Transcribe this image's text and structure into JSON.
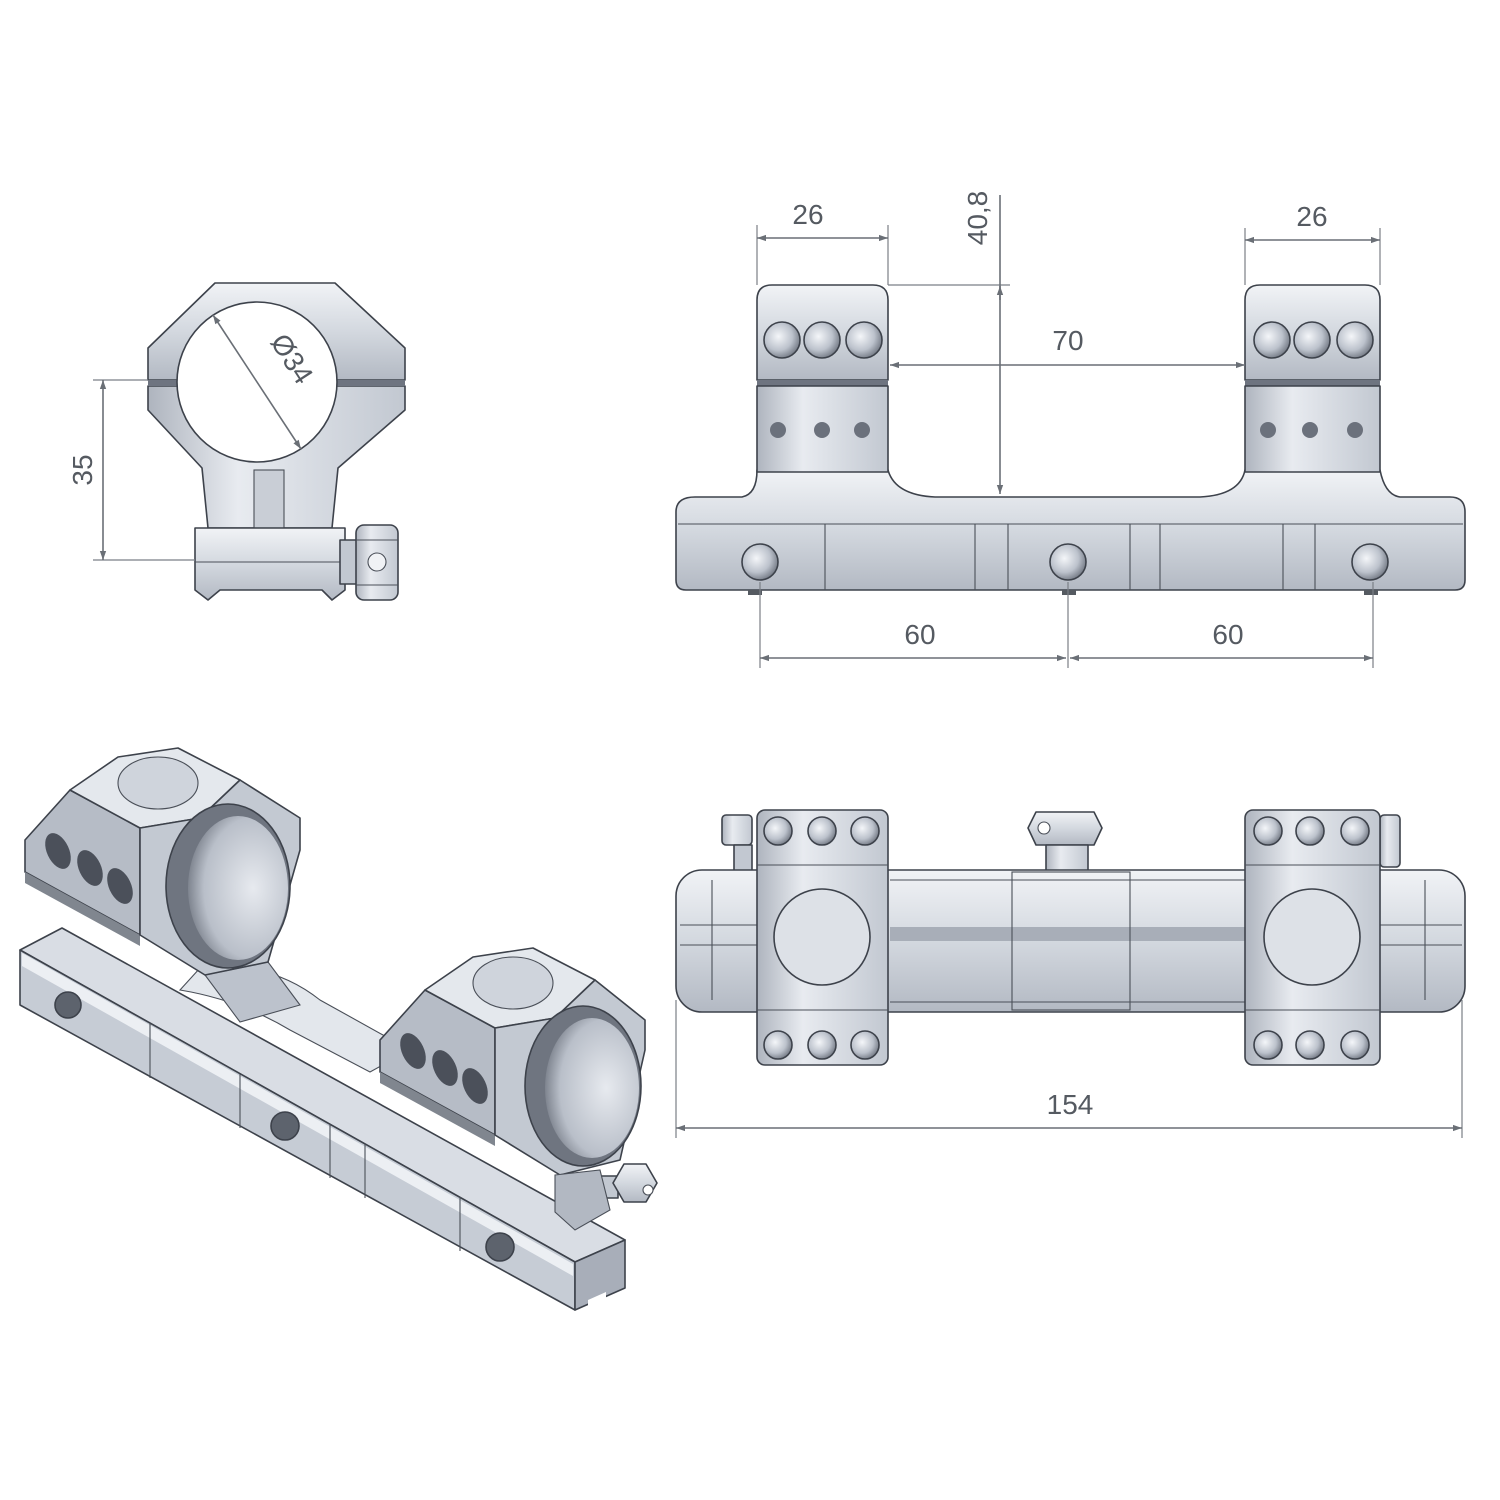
{
  "dimensions": {
    "front_view": {
      "ring_diameter": "Ø34",
      "ring_height": "35"
    },
    "side_view": {
      "left_ring_width": "26",
      "right_ring_width": "26",
      "center_height": "40,8",
      "ring_spacing": "70",
      "left_bolt_spacing": "60",
      "right_bolt_spacing": "60"
    },
    "top_view": {
      "overall_length": "154"
    }
  },
  "colors": {
    "background": "#ffffff",
    "metal_light": "#e6e9ee",
    "metal_mid": "#c4cad3",
    "metal_dark": "#8a909b",
    "outline": "#3d424b",
    "dimension": "#555a61"
  }
}
